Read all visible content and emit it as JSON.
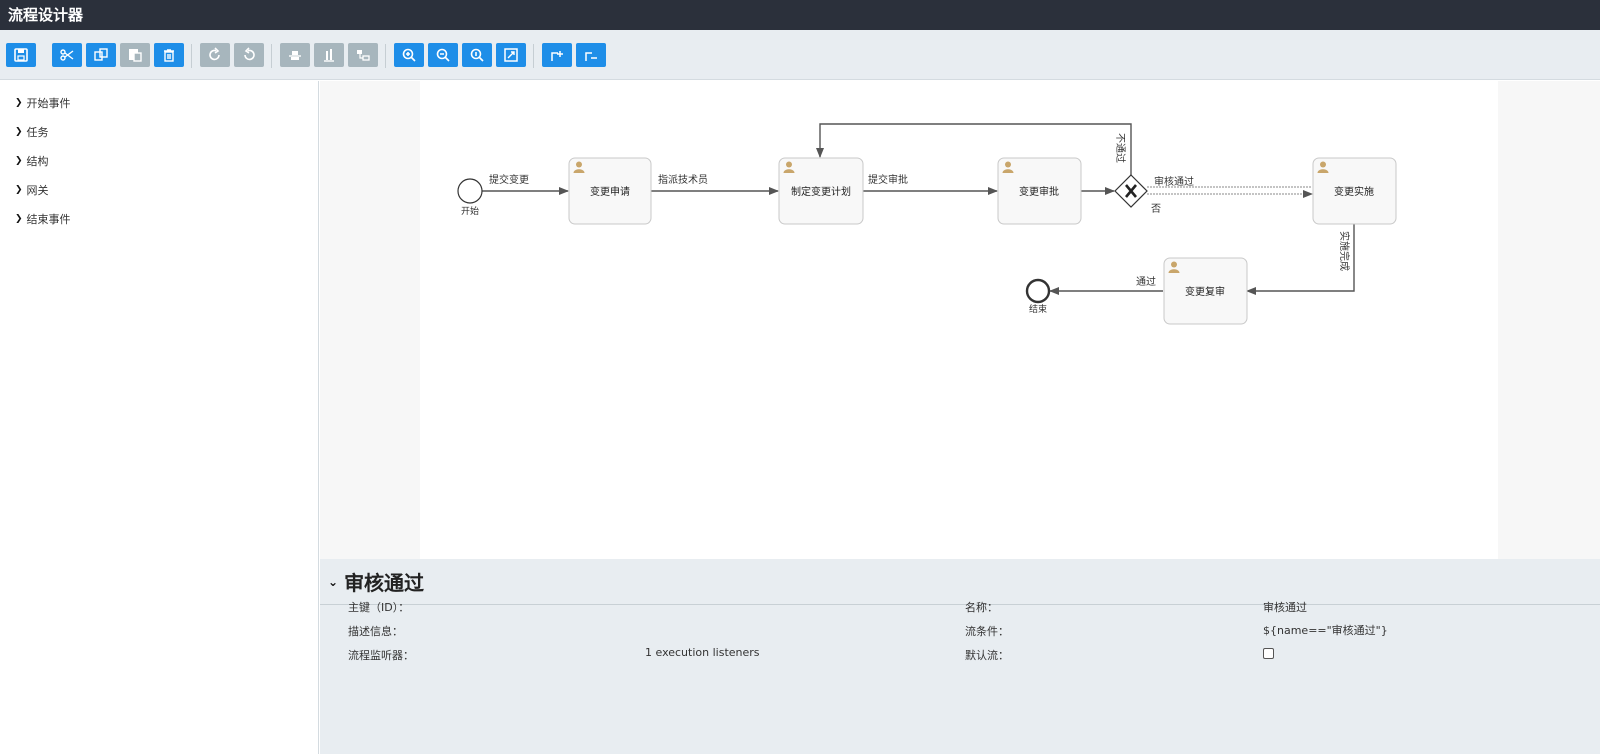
{
  "app": {
    "title": "流程设计器"
  },
  "toolbar": {
    "buttons": [
      {
        "name": "save",
        "icon": "save-icon"
      },
      {
        "name": "cut",
        "icon": "scissors-icon"
      },
      {
        "name": "copy",
        "icon": "copy-icon"
      },
      {
        "name": "paste",
        "icon": "paste-icon"
      },
      {
        "name": "delete",
        "icon": "trash-icon"
      },
      {
        "name": "redo",
        "icon": "redo-icon"
      },
      {
        "name": "undo",
        "icon": "undo-icon"
      },
      {
        "name": "align-horizontal",
        "icon": "align-horizontal-icon"
      },
      {
        "name": "align-vertical",
        "icon": "align-vertical-icon"
      },
      {
        "name": "same-size",
        "icon": "same-size-icon"
      },
      {
        "name": "zoom-in",
        "icon": "zoom-in-icon"
      },
      {
        "name": "zoom-out",
        "icon": "zoom-out-icon"
      },
      {
        "name": "zoom-actual",
        "icon": "zoom-actual-icon"
      },
      {
        "name": "zoom-fit",
        "icon": "zoom-fit-icon"
      },
      {
        "name": "bendpoint-add",
        "icon": "bendpoint-add-icon"
      },
      {
        "name": "bendpoint-remove",
        "icon": "bendpoint-remove-icon"
      }
    ]
  },
  "sidebar": {
    "items": [
      {
        "label": "开始事件"
      },
      {
        "label": "任务"
      },
      {
        "label": "结构"
      },
      {
        "label": "网关"
      },
      {
        "label": "结束事件"
      }
    ]
  },
  "diagram": {
    "start_label": "开始",
    "end_label": "结束",
    "tasks": [
      "变更申请",
      "制定变更计划",
      "变更审批",
      "变更实施",
      "变更复审"
    ],
    "flows": {
      "submit_change": "提交变更",
      "assign_tech": "指派技术员",
      "submit_approval": "提交审批",
      "approved": "审核通过",
      "rejected": "不通过",
      "no": "否",
      "impl_done": "实施完成",
      "passed": "通过"
    },
    "colors": {
      "task_fill": "#f8f8f8",
      "task_stroke": "#c9c9c9",
      "edge": "#555555",
      "user_icon": "#c9a66b",
      "selected_edge": "#888888"
    }
  },
  "properties": {
    "title": "审核通过",
    "fields": {
      "id_label": "主键（ID）：",
      "id_value": "",
      "name_label": "名称：",
      "name_value": "审核通过",
      "desc_label": "描述信息：",
      "desc_value": "",
      "cond_label": "流条件：",
      "cond_value": "${name==\"审核通过\"}",
      "listener_label": "流程监听器：",
      "listener_value": "1 execution listeners",
      "default_label": "默认流：",
      "default_checked": false
    }
  }
}
